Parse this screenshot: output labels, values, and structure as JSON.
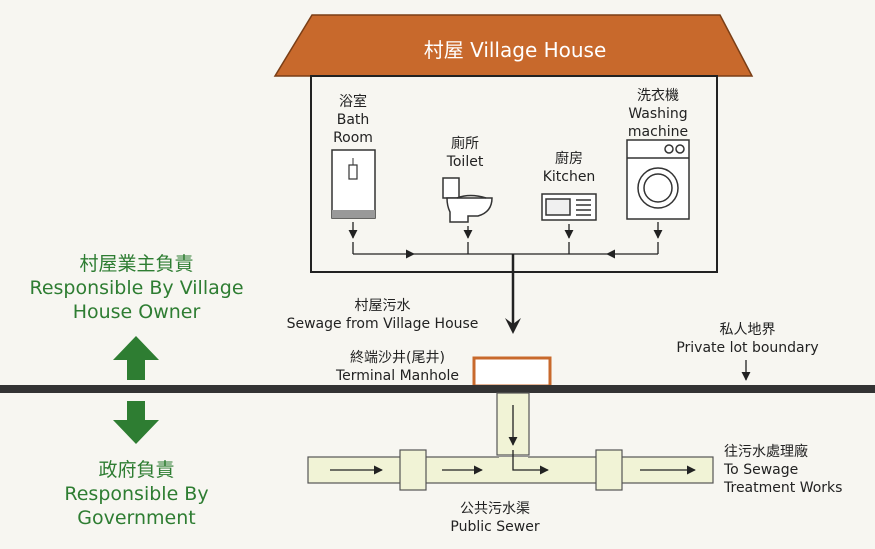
{
  "house": {
    "title": "村屋 Village House",
    "roof_color": "#c8692c",
    "bath": {
      "zh": "浴室",
      "en1": "Bath",
      "en2": "Room"
    },
    "toilet": {
      "zh": "廁所",
      "en": "Toilet"
    },
    "kitchen": {
      "zh": "廚房",
      "en": "Kitchen"
    },
    "washer": {
      "zh": "洗衣機",
      "en1": "Washing",
      "en2": "machine"
    }
  },
  "labels": {
    "sewage_zh": "村屋污水",
    "sewage_en": "Sewage from Village House",
    "manhole_zh": "終端沙井(尾井)",
    "manhole_en": "Terminal Manhole",
    "private_zh": "私人地界",
    "private_en": "Private lot boundary",
    "sewer_zh": "公共污水渠",
    "sewer_en": "Public Sewer",
    "treat_zh": "往污水處理廠",
    "treat_en1": "To Sewage",
    "treat_en2": "Treatment Works"
  },
  "responsibility": {
    "owner_zh": "村屋業主負責",
    "owner_en1": "Responsible By Village",
    "owner_en2": "House Owner",
    "gov_zh": "政府負責",
    "gov_en1": "Responsible By",
    "gov_en2": "Government",
    "arrow_color": "#2e7d32"
  }
}
